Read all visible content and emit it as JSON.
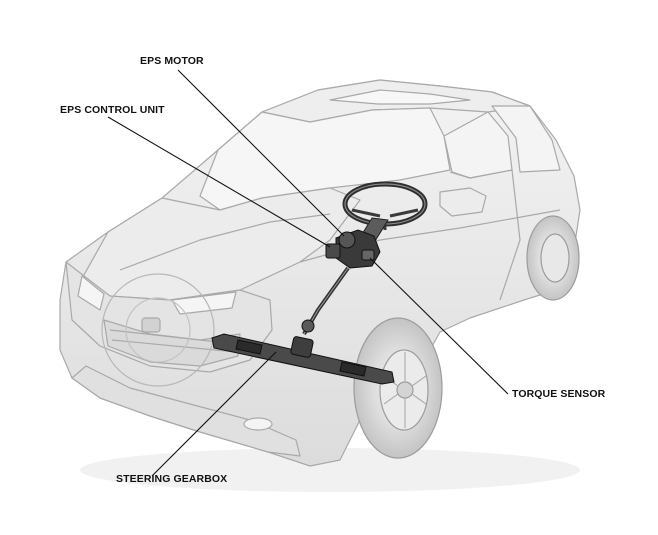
{
  "diagram": {
    "labels": {
      "eps_motor": "EPS MOTOR",
      "eps_control_unit": "EPS CONTROL UNIT",
      "torque_sensor": "TORQUE SENSOR",
      "steering_gearbox": "STEERING GEARBOX"
    },
    "colors": {
      "body_fill": "#e9e9e9",
      "body_stroke": "#a9a9a9",
      "glass_fill": "#f4f4f4",
      "tire_fill": "#d6d6d6",
      "component_dark": "#2e2e2e",
      "component_mid": "#6a6a6a",
      "leader_line": "#111111"
    }
  }
}
